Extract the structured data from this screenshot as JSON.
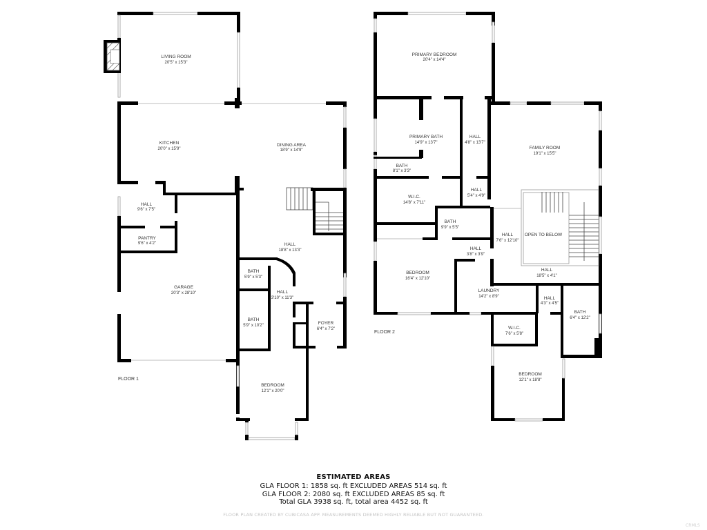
{
  "floor1": {
    "label": "FLOOR 1",
    "rooms": [
      {
        "name": "LIVING ROOM",
        "dims": "20'5\" x 15'3\""
      },
      {
        "name": "KITCHEN",
        "dims": "20'0\" x 15'9\""
      },
      {
        "name": "DINING AREA",
        "dims": "18'9\" x 14'9\""
      },
      {
        "name": "HALL",
        "dims": "9'6\" x 7'5\""
      },
      {
        "name": "PANTRY",
        "dims": "9'6\" x 4'2\""
      },
      {
        "name": "HALL",
        "dims": "18'8\" x 13'3\""
      },
      {
        "name": "GARAGE",
        "dims": "20'3\" x 28'10\""
      },
      {
        "name": "BATH",
        "dims": "5'9\" x 5'3\""
      },
      {
        "name": "HALL",
        "dims": "3'10\" x 11'3\""
      },
      {
        "name": "BATH",
        "dims": "5'9\" x 10'2\""
      },
      {
        "name": "FOYER",
        "dims": "6'4\" x 7'2\""
      },
      {
        "name": "BEDROOM",
        "dims": "12'1\" x 20'0\""
      }
    ]
  },
  "floor2": {
    "label": "FLOOR 2",
    "rooms": [
      {
        "name": "PRIMARY BEDROOM",
        "dims": "20'4\" x 14'4\""
      },
      {
        "name": "PRIMARY BATH",
        "dims": "14'9\" x 13'7\""
      },
      {
        "name": "HALL",
        "dims": "4'8\" x 13'7\""
      },
      {
        "name": "BATH",
        "dims": "8'1\" x 3'3\""
      },
      {
        "name": "FAMILY ROOM",
        "dims": "19'1\" x 15'5\""
      },
      {
        "name": "W.I.C.",
        "dims": "14'8\" x 7'11\""
      },
      {
        "name": "HALL",
        "dims": "5'4\" x 4'9\""
      },
      {
        "name": "BATH",
        "dims": "9'9\" x 5'5\""
      },
      {
        "name": "HALL",
        "dims": "7'6\" x 12'10\""
      },
      {
        "name": "OPEN TO BELOW",
        "dims": ""
      },
      {
        "name": "HALL",
        "dims": "3'8\" x 3'9\""
      },
      {
        "name": "BEDROOM",
        "dims": "16'4\" x 12'10\""
      },
      {
        "name": "HALL",
        "dims": "18'5\" x 4'1\""
      },
      {
        "name": "LAUNDRY",
        "dims": "14'2\" x 8'9\""
      },
      {
        "name": "HALL",
        "dims": "4'3\" x 4'5\""
      },
      {
        "name": "BATH",
        "dims": "6'4\" x 12'2\""
      },
      {
        "name": "W.I.C.",
        "dims": "7'6\" x 5'8\""
      },
      {
        "name": "BEDROOM",
        "dims": "12'1\" x 18'8\""
      }
    ]
  },
  "summary": {
    "title": "ESTIMATED AREAS",
    "line1": "GLA FLOOR 1: 1858 sq. ft EXCLUDED AREAS 514 sq. ft",
    "line2": "GLA FLOOR 2: 2080 sq. ft EXCLUDED AREAS 85 sq. ft",
    "line3": "Total GLA 3938 sq. ft, total area 4452 sq. ft"
  },
  "disclaimer": "FLOOR PLAN CREATED BY CUBICASA APP. MEASUREMENTS DEEMED HIGHLY RELIABLE BUT NOT GUARANTEED.",
  "watermark": "CRMLS"
}
